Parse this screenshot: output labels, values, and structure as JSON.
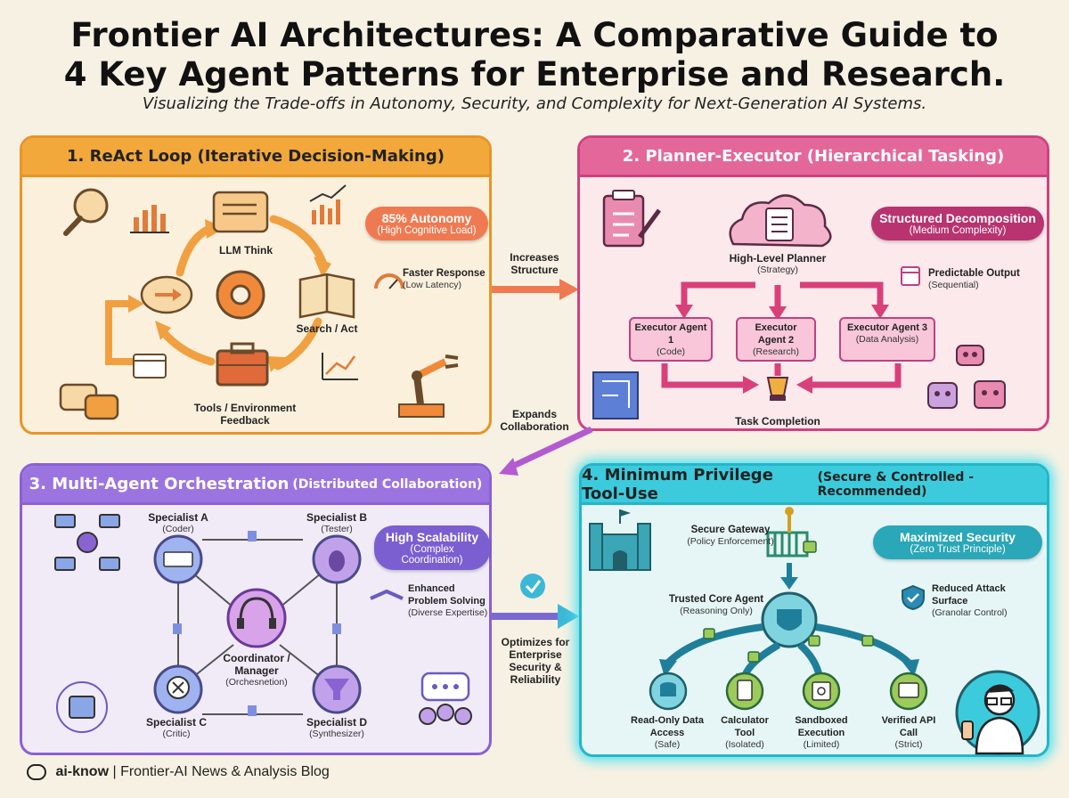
{
  "header": {
    "title_line1": "Frontier AI Architectures: A Comparative Guide to",
    "title_line2": "4 Key Agent Patterns for Enterprise and Research.",
    "subtitle": "Visualizing the Trade-offs in Autonomy, Security, and Complexity for Next-Generation AI Systems."
  },
  "panel1": {
    "title": "1. ReAct Loop (Iterative Decision-Making)",
    "llm_think": "LLM Think",
    "search_act": "Search / Act",
    "tools_feedback": "Tools / Environment Feedback",
    "pill_main": "85% Autonomy",
    "pill_sub": "(High Cognitive Load)",
    "faster_main": "Faster Response",
    "faster_sub": "(Low Latency)"
  },
  "panel2": {
    "title": "2. Planner-Executor (Hierarchical Tasking)",
    "planner": "High-Level Planner",
    "planner_sub": "(Strategy)",
    "pill_main": "Structured Decomposition",
    "pill_sub": "(Medium Complexity)",
    "predictable_main": "Predictable Output",
    "predictable_sub": "(Sequential)",
    "executors": [
      {
        "name": "Executor Agent 1",
        "role": "(Code)"
      },
      {
        "name": "Executor Agent 2",
        "role": "(Research)"
      },
      {
        "name": "Executor Agent 3",
        "role": "(Data Analysis)"
      }
    ],
    "completion": "Task Completion"
  },
  "panel3": {
    "title_main": "3. Multi-Agent Orchestration",
    "title_sub": "(Distributed Collaboration)",
    "specialist_a": "Specialist A",
    "specialist_a_role": "(Coder)",
    "specialist_b": "Specialist B",
    "specialist_b_role": "(Tester)",
    "specialist_c": "Specialist C",
    "specialist_c_role": "(Critic)",
    "specialist_d": "Specialist D",
    "specialist_d_role": "(Synthesizer)",
    "coordinator": "Coordinator / Manager",
    "coordinator_sub": "(Orchesnetion)",
    "pill_main": "High Scalability",
    "pill_sub": "(Complex Coordination)",
    "enhanced_main": "Enhanced Problem Solving",
    "enhanced_sub": "(Diverse Expertise)"
  },
  "panel4": {
    "title_main": "4. Minimum Privilege Tool-Use",
    "title_sub": "(Secure & Controlled - Recommended)",
    "gateway": "Secure Gateway",
    "gateway_sub": "(Policy Enforcement)",
    "core": "Trusted Core Agent",
    "core_sub": "(Reasoning Only)",
    "pill_main": "Maximized Security",
    "pill_sub": "(Zero Trust Principle)",
    "reduced_main": "Reduced Attack Surface",
    "reduced_sub": "(Granolar Control)",
    "tools": [
      {
        "name": "Read-Only Data Access",
        "role": "(Safe)"
      },
      {
        "name": "Calculator Tool",
        "role": "(Isolated)"
      },
      {
        "name": "Sandboxed Execution",
        "role": "(Limited)"
      },
      {
        "name": "Verified API Call",
        "role": "(Strict)"
      }
    ]
  },
  "connectors": {
    "increases": "Increases Structure",
    "expands": "Expands Collaboration",
    "optimizes": "Optimizes for Enterprise Security & Reliability"
  },
  "footer": {
    "brand": "ai-know",
    "tagline": "| Frontier-AI News & Analysis Blog"
  },
  "colors": {
    "orange": "#f2a83b",
    "pink": "#e4679a",
    "purple": "#9c74e0",
    "teal": "#3ccbdc"
  }
}
